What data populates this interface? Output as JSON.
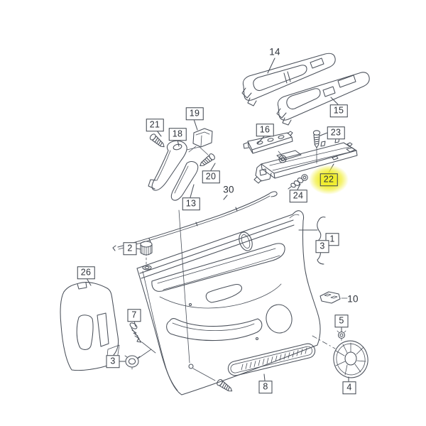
{
  "diagram": {
    "kind": "exploded-parts-diagram",
    "background_color": "#ffffff",
    "line_color": "#4a505a",
    "highlight_color": "#f0ed2e",
    "selected_callout": "22",
    "callouts": [
      {
        "label": "14",
        "boxed": false,
        "highlighted": false
      },
      {
        "label": "15",
        "boxed": true,
        "highlighted": false
      },
      {
        "label": "16",
        "boxed": true,
        "highlighted": false
      },
      {
        "label": "23",
        "boxed": true,
        "highlighted": false
      },
      {
        "label": "22",
        "boxed": true,
        "highlighted": true
      },
      {
        "label": "24",
        "boxed": true,
        "highlighted": false
      },
      {
        "label": "19",
        "boxed": true,
        "highlighted": false
      },
      {
        "label": "21",
        "boxed": true,
        "highlighted": false
      },
      {
        "label": "18",
        "boxed": true,
        "highlighted": false
      },
      {
        "label": "20",
        "boxed": true,
        "highlighted": false
      },
      {
        "label": "13",
        "boxed": true,
        "highlighted": false
      },
      {
        "label": "30",
        "boxed": false,
        "highlighted": false
      },
      {
        "label": "2",
        "boxed": true,
        "highlighted": false
      },
      {
        "label": "26",
        "boxed": true,
        "highlighted": false
      },
      {
        "label": "7",
        "boxed": true,
        "highlighted": false
      },
      {
        "label": "3",
        "boxed": true,
        "highlighted": false
      },
      {
        "label": "1",
        "boxed": true,
        "highlighted": false
      },
      {
        "label": "3",
        "boxed": true,
        "highlighted": false
      },
      {
        "label": "10",
        "boxed": false,
        "highlighted": false
      },
      {
        "label": "5",
        "boxed": true,
        "highlighted": false
      },
      {
        "label": "4",
        "boxed": true,
        "highlighted": false
      },
      {
        "label": "8",
        "boxed": true,
        "highlighted": false
      }
    ]
  }
}
